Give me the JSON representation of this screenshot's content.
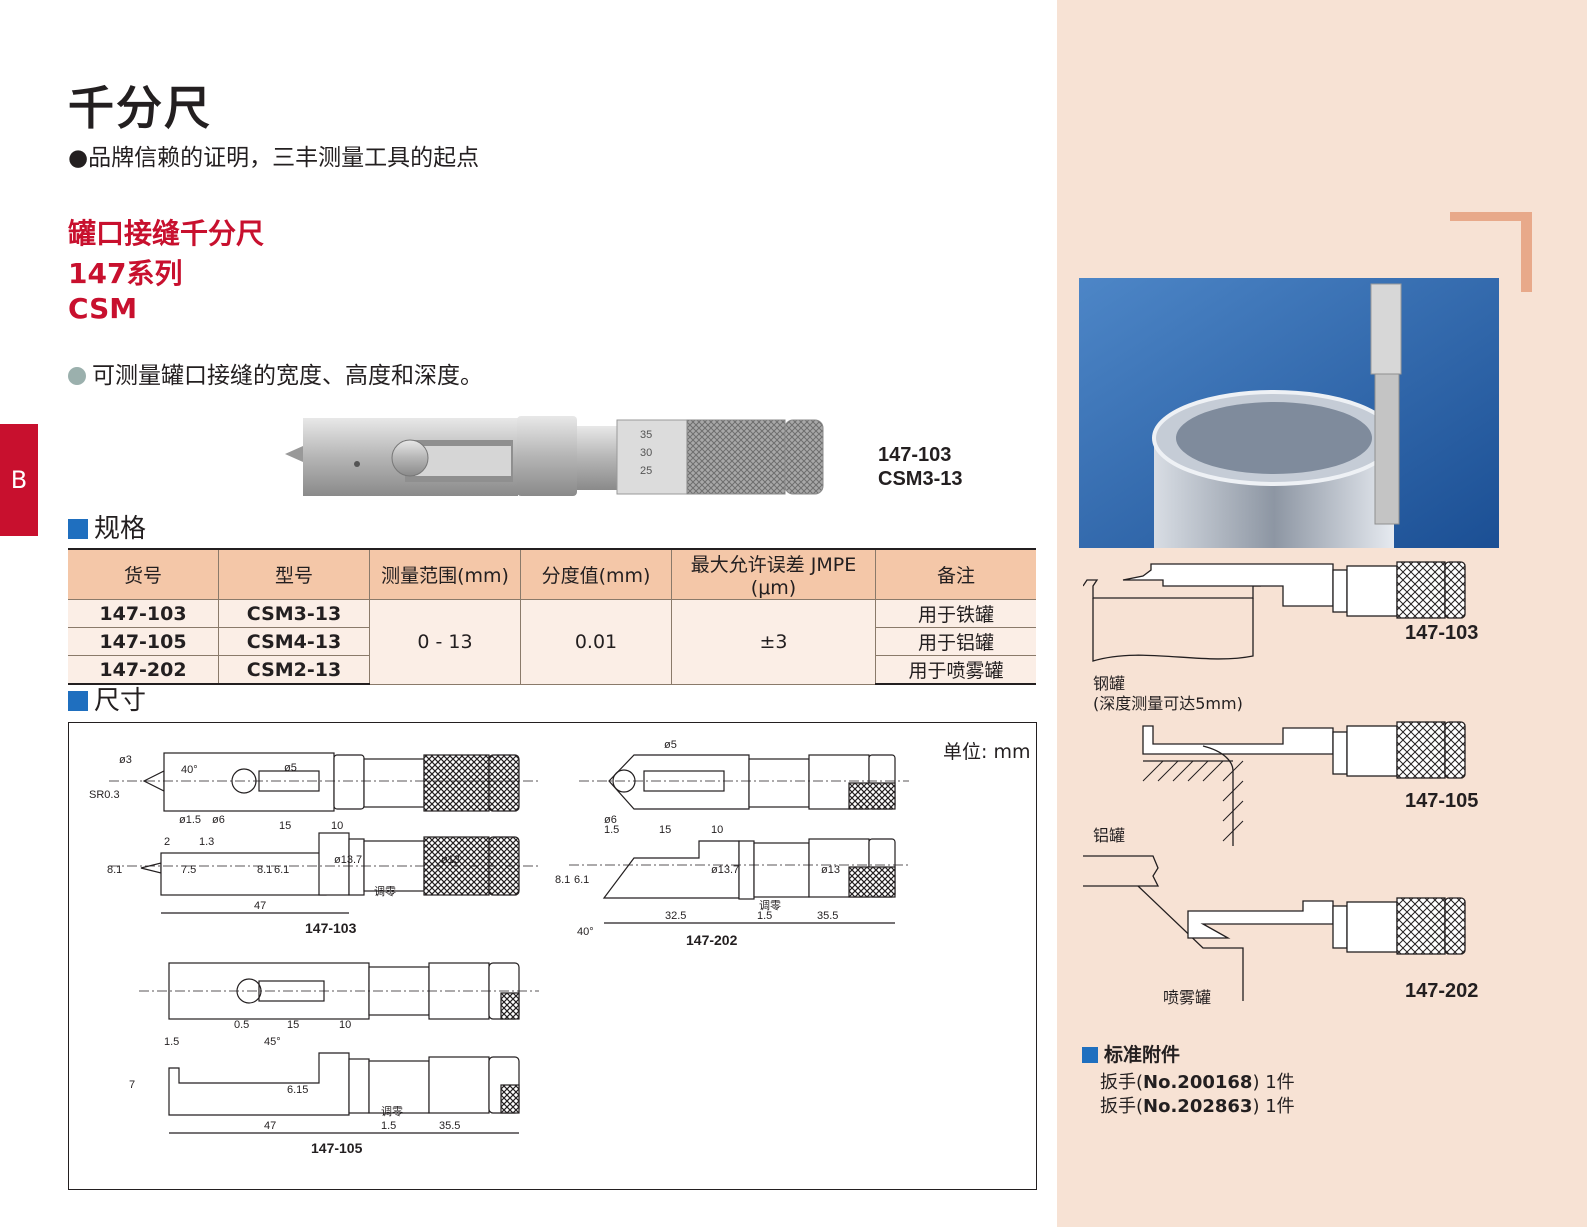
{
  "header": {
    "title": "千分尺",
    "subtitle": "●品牌信赖的证明，三丰测量工具的起点"
  },
  "product": {
    "name": "罐口接缝千分尺",
    "series": "147系列",
    "code": "CSM",
    "feature": "可测量罐口接缝的宽度、高度和深度。",
    "photo_label_model": "147-103",
    "photo_label_type": "CSM3-13"
  },
  "side_tab": "B",
  "spec_section": {
    "heading": "规格",
    "columns": [
      "货号",
      "型号",
      "测量范围(mm)",
      "分度值(mm)",
      "最大允许误差 JMPE (μm)",
      "备注"
    ],
    "rows": [
      {
        "code": "147-103",
        "model": "CSM3-13",
        "note": "用于铁罐"
      },
      {
        "code": "147-105",
        "model": "CSM4-13",
        "note": "用于铝罐"
      },
      {
        "code": "147-202",
        "model": "CSM2-13",
        "note": "用于喷雾罐"
      }
    ],
    "range": "0 - 13",
    "graduation": "0.01",
    "error": "±3"
  },
  "dims_section": {
    "heading": "尺寸",
    "unit": "单位: mm",
    "labels": {
      "d147_103": "147-103",
      "d147_202": "147-202",
      "d147_105": "147-105"
    },
    "dims": {
      "sr": "SR0.3",
      "phi3": "ø3",
      "phi5": "ø5",
      "phi6": "ø6",
      "phi15": "ø1.5",
      "a40": "40°",
      "n15": "15",
      "n10": "10",
      "n2": "2",
      "n13": "1.3",
      "n81": "8.1",
      "n75": "7.5",
      "n61": "6.1",
      "n47": "47",
      "phi137": "ø13.7",
      "phi13": "ø13",
      "zero": "调零",
      "n15b": "1.5",
      "n325": "32.5",
      "n355": "35.5",
      "n05": "0.5",
      "a45": "45°",
      "n7": "7",
      "n615": "6.15",
      "a40b": "40°"
    }
  },
  "applications": {
    "steel_label": "钢罐",
    "steel_note": "(深度测量可达5mm)",
    "model_103": "147-103",
    "alu_label": "铝罐",
    "model_105": "147-105",
    "spray_label": "喷雾罐",
    "model_202": "147-202"
  },
  "accessories": {
    "heading": "标准附件",
    "items": [
      {
        "prefix": "扳手(",
        "part": "No.200168",
        "suffix": ") 1件"
      },
      {
        "prefix": "扳手(",
        "part": "No.202863",
        "suffix": ") 1件"
      }
    ]
  },
  "colors": {
    "brand_red": "#c8102e",
    "section_blue": "#1f6fbf",
    "panel_bg": "#f7e2d4",
    "table_head": "#f4c7a8",
    "corner_accent": "#e8a98a"
  }
}
